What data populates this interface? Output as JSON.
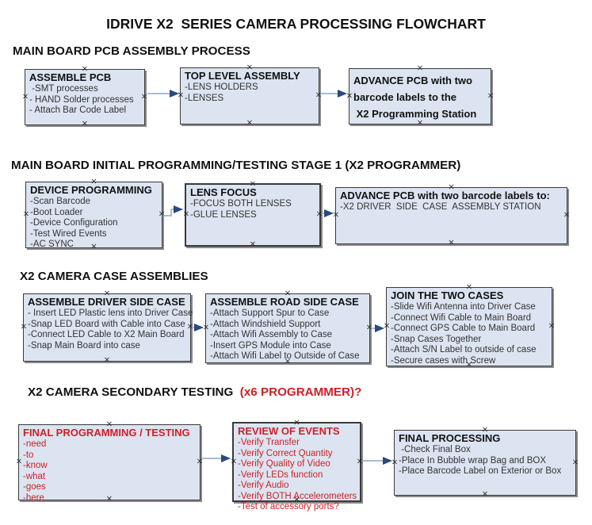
{
  "title": "IDRIVE X2  SERIES CAMERA PROCESSING FLOWCHART",
  "colors": {
    "box_fill": "#dce4f1",
    "box_border": "#3a3a3a",
    "box_shadow": "#8a8a8a",
    "red": "#cc2127",
    "text": "#111111",
    "item_text": "#333333",
    "arrow_line": "#8ca6c6",
    "arrow_head": "#2a4a7b",
    "handle": "#222222"
  },
  "icons": {
    "selection_handle_glyph": "×"
  },
  "sections": [
    {
      "heading": "MAIN BOARD PCB ASSEMBLY PROCESS",
      "heading_red": "",
      "boxes": [
        {
          "title_lines": [
            "ASSEMBLE PCB"
          ],
          "items": [
            " -SMT processes",
            "- HAND Solder processes",
            "- Attach Bar Code Label"
          ]
        },
        {
          "title_lines": [
            "TOP LEVEL ASSEMBLY"
          ],
          "items": [
            "-LENS HOLDERS",
            "-LENSES"
          ]
        },
        {
          "title_lines": [
            "ADVANCE PCB with two",
            "barcode labels to the",
            " X2 Programming Station"
          ],
          "items": []
        }
      ]
    },
    {
      "heading": "MAIN BOARD INITIAL PROGRAMMING/TESTING STAGE 1 (X2 PROGRAMMER)",
      "heading_red": "",
      "boxes": [
        {
          "title_lines": [
            "DEVICE PROGRAMMING"
          ],
          "items": [
            "-Scan Barcode",
            "-Boot Loader",
            "-Device Configuration",
            "-Test Wired Events",
            "-AC SYNC"
          ]
        },
        {
          "title_lines": [
            "LENS FOCUS"
          ],
          "items": [
            "-FOCUS BOTH LENSES",
            "-GLUE LENSES"
          ]
        },
        {
          "title_lines": [
            "ADVANCE PCB with two barcode labels to:"
          ],
          "items": [
            "-X2 DRIVER  SIDE  CASE  ASSEMBLY STATION"
          ]
        }
      ]
    },
    {
      "heading": "X2 CAMERA CASE ASSEMBLIES",
      "heading_red": "",
      "boxes": [
        {
          "title_lines": [
            "ASSEMBLE DRIVER SIDE CASE"
          ],
          "items": [
            "- Insert LED Plastic lens into Driver Case",
            "-Snap LED Board with Cable into Case",
            "-Connect LED Cable to X2 Main Board",
            "-Snap Main Board into case"
          ]
        },
        {
          "title_lines": [
            "ASSEMBLE ROAD SIDE CASE"
          ],
          "items": [
            "-Attach Support Spur to Case",
            "-Attach Windshield Support",
            "-Attach Wifi Assembly to Case",
            "-Insert GPS Module into Case",
            "-Attach Wifi Label to Outside of Case"
          ]
        },
        {
          "title_lines": [
            "JOIN THE TWO CASES"
          ],
          "items": [
            "-Slide Wifi Antenna into Driver Case",
            "-Connect Wifi Cable to Main Board",
            "-Connect GPS Cable to Main Board",
            "-Snap Cases Together",
            "-Attach S/N Label to outside of case",
            "-Secure cases with Screw"
          ]
        }
      ]
    },
    {
      "heading": "X2 CAMERA SECONDARY TESTING  ",
      "heading_red": "(x6 PROGRAMMER)?",
      "boxes": [
        {
          "title_lines": [
            "FINAL PROGRAMMING / TESTING"
          ],
          "items": [
            "-need",
            "-to",
            "-know",
            "-what",
            "-goes",
            "-here"
          ]
        },
        {
          "title_lines": [
            "REVIEW OF EVENTS"
          ],
          "items": [
            "-Verify Transfer",
            "-Verify Correct Quantity",
            "-Verify Quality of Video",
            "-Verify LEDs function",
            "-Verify Audio",
            "-Verify BOTH Accelerometers",
            "-Test of accessory ports?"
          ]
        },
        {
          "title_lines": [
            "FINAL PROCESSING"
          ],
          "items": [
            " -Check Final Box",
            "-Place In Bubble wrap Bag and BOX",
            "-Place Barcode Label on Exterior or Box"
          ]
        }
      ]
    }
  ]
}
